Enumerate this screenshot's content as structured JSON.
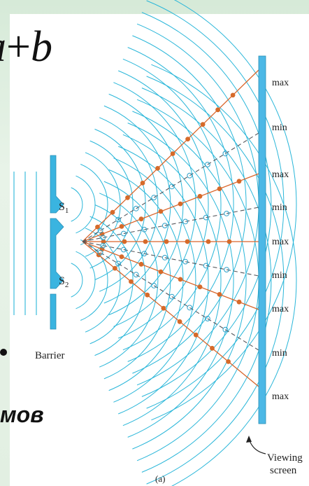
{
  "slide": {
    "formula_a": "a",
    "formula_plus": "+",
    "formula_b": "b",
    "cut_word": "мов"
  },
  "figure": {
    "slit1_label": "S",
    "slit1_sub": "1",
    "slit2_label": "S",
    "slit2_sub": "2",
    "barrier_label": "Barrier",
    "screen_label_line1": "Viewing",
    "screen_label_line2": "screen",
    "caption": "(a)",
    "fringe_labels": [
      "max",
      "min",
      "max",
      "min",
      "max",
      "min",
      "max",
      "min",
      "max"
    ],
    "colors": {
      "wavefront": "#29b6d9",
      "max_line": "#d9652a",
      "max_dot": "#d66a2a",
      "min_line": "#55575c",
      "min_circle": "#2a9fc8",
      "barrier": "#3ab4e0",
      "screen": "#4cb8e6"
    }
  }
}
